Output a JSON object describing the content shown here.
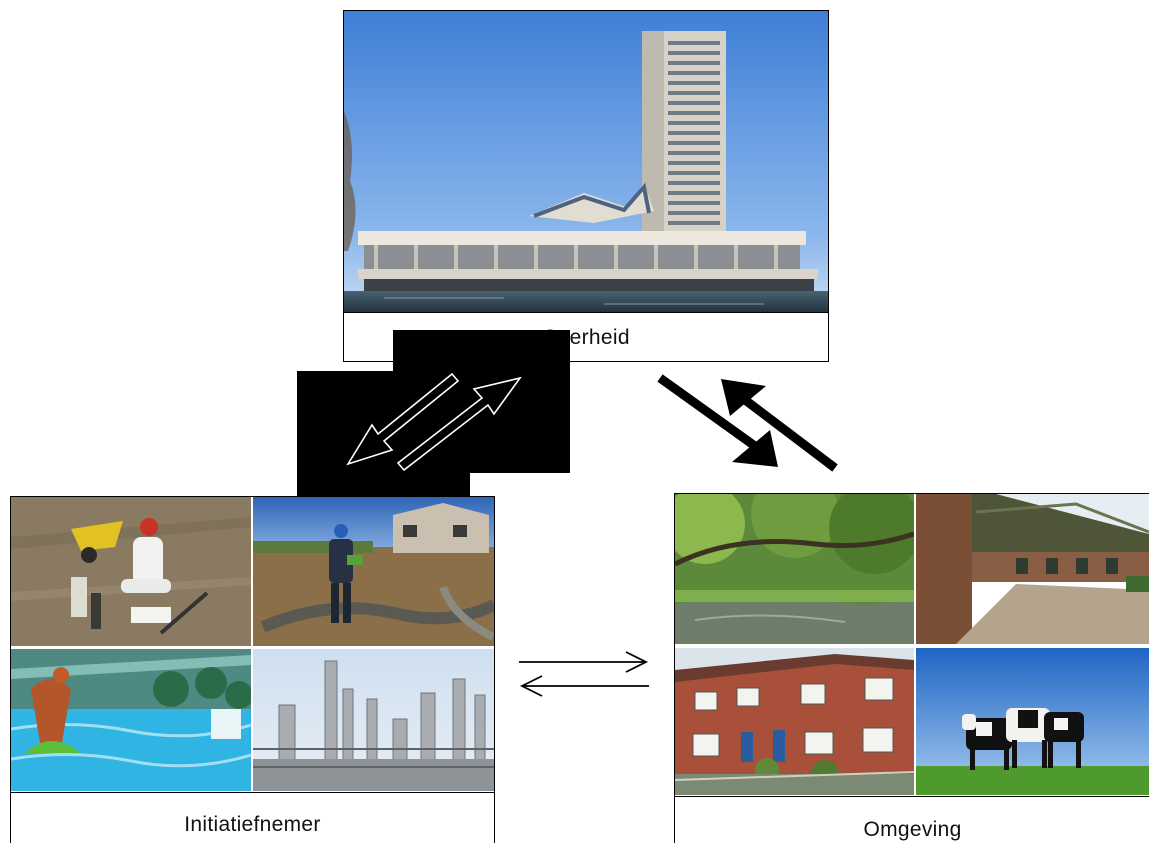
{
  "nodes": {
    "top": {
      "label": "Overheid"
    },
    "left": {
      "label": "Initiatiefnemer"
    },
    "right": {
      "label": "Omgeving"
    }
  }
}
